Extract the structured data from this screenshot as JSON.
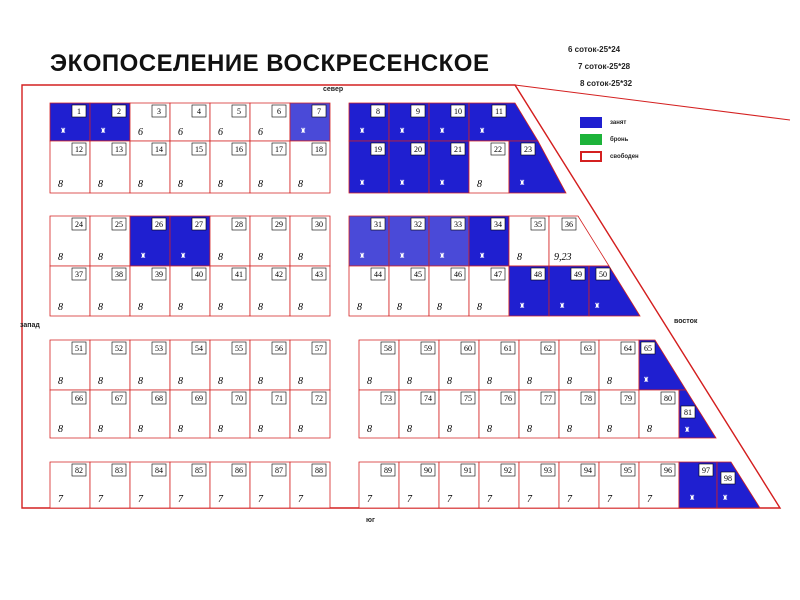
{
  "title": "ЭКОПОСЕЛЕНИЕ ВОСКРЕСЕНСКОЕ",
  "plot_sizes": [
    "6 соток-25*24",
    "7 соток-25*28",
    "8 соток-25*32"
  ],
  "legend": [
    {
      "label": "занят",
      "color": "#1f1fd0",
      "style": "fill"
    },
    {
      "label": "бронь",
      "color": "#1db33a",
      "style": "fill"
    },
    {
      "label": "свободен",
      "color": "#d42020",
      "style": "outline"
    }
  ],
  "directions": {
    "north": "север",
    "south": "юг",
    "west": "запад",
    "east": "восток"
  },
  "colors": {
    "occupied": "#1f1fd0",
    "occupied_light": "#4a4ad8",
    "reserved": "#1db33a",
    "border": "#d42020"
  },
  "plots": [
    {
      "n": "1",
      "area": "",
      "status": "occupied"
    },
    {
      "n": "2",
      "area": "",
      "status": "occupied"
    },
    {
      "n": "3",
      "area": "6",
      "status": "free"
    },
    {
      "n": "4",
      "area": "6",
      "status": "free"
    },
    {
      "n": "5",
      "area": "6",
      "status": "free"
    },
    {
      "n": "6",
      "area": "6",
      "status": "free"
    },
    {
      "n": "7",
      "area": "",
      "status": "occupied-light"
    },
    {
      "n": "8",
      "area": "",
      "status": "occupied"
    },
    {
      "n": "9",
      "area": "",
      "status": "occupied"
    },
    {
      "n": "10",
      "area": "",
      "status": "occupied"
    },
    {
      "n": "11",
      "area": "",
      "status": "occupied"
    },
    {
      "n": "12",
      "area": "8",
      "status": "free"
    },
    {
      "n": "13",
      "area": "8",
      "status": "free"
    },
    {
      "n": "14",
      "area": "8",
      "status": "free"
    },
    {
      "n": "15",
      "area": "8",
      "status": "free"
    },
    {
      "n": "16",
      "area": "8",
      "status": "free"
    },
    {
      "n": "17",
      "area": "8",
      "status": "free"
    },
    {
      "n": "18",
      "area": "8",
      "status": "free"
    },
    {
      "n": "19",
      "area": "",
      "status": "occupied"
    },
    {
      "n": "20",
      "area": "",
      "status": "occupied"
    },
    {
      "n": "21",
      "area": "",
      "status": "occupied"
    },
    {
      "n": "22",
      "area": "8",
      "status": "free"
    },
    {
      "n": "23",
      "area": "",
      "status": "occupied"
    },
    {
      "n": "24",
      "area": "8",
      "status": "free"
    },
    {
      "n": "25",
      "area": "8",
      "status": "free"
    },
    {
      "n": "26",
      "area": "",
      "status": "occupied"
    },
    {
      "n": "27",
      "area": "",
      "status": "occupied"
    },
    {
      "n": "28",
      "area": "8",
      "status": "free"
    },
    {
      "n": "29",
      "area": "8",
      "status": "free"
    },
    {
      "n": "30",
      "area": "8",
      "status": "free"
    },
    {
      "n": "31",
      "area": "",
      "status": "occupied-light"
    },
    {
      "n": "32",
      "area": "",
      "status": "occupied-light"
    },
    {
      "n": "33",
      "area": "",
      "status": "occupied-light"
    },
    {
      "n": "34",
      "area": "",
      "status": "occupied"
    },
    {
      "n": "35",
      "area": "8",
      "status": "free"
    },
    {
      "n": "36",
      "area": "9,23",
      "status": "free"
    },
    {
      "n": "37",
      "area": "8",
      "status": "free"
    },
    {
      "n": "38",
      "area": "8",
      "status": "free"
    },
    {
      "n": "39",
      "area": "8",
      "status": "free"
    },
    {
      "n": "40",
      "area": "8",
      "status": "free"
    },
    {
      "n": "41",
      "area": "8",
      "status": "free"
    },
    {
      "n": "42",
      "area": "8",
      "status": "free"
    },
    {
      "n": "43",
      "area": "8",
      "status": "free"
    },
    {
      "n": "44",
      "area": "8",
      "status": "free"
    },
    {
      "n": "45",
      "area": "8",
      "status": "free"
    },
    {
      "n": "46",
      "area": "8",
      "status": "free"
    },
    {
      "n": "47",
      "area": "8",
      "status": "free"
    },
    {
      "n": "48",
      "area": "",
      "status": "occupied"
    },
    {
      "n": "49",
      "area": "",
      "status": "occupied"
    },
    {
      "n": "50",
      "area": "",
      "status": "occupied"
    },
    {
      "n": "51",
      "area": "8",
      "status": "free"
    },
    {
      "n": "52",
      "area": "8",
      "status": "free"
    },
    {
      "n": "53",
      "area": "8",
      "status": "free"
    },
    {
      "n": "54",
      "area": "8",
      "status": "free"
    },
    {
      "n": "55",
      "area": "8",
      "status": "free"
    },
    {
      "n": "56",
      "area": "8",
      "status": "free"
    },
    {
      "n": "57",
      "area": "8",
      "status": "free"
    },
    {
      "n": "58",
      "area": "8",
      "status": "free"
    },
    {
      "n": "59",
      "area": "8",
      "status": "free"
    },
    {
      "n": "60",
      "area": "8",
      "status": "free"
    },
    {
      "n": "61",
      "area": "8",
      "status": "free"
    },
    {
      "n": "62",
      "area": "8",
      "status": "free"
    },
    {
      "n": "63",
      "area": "8",
      "status": "free"
    },
    {
      "n": "64",
      "area": "8",
      "status": "free"
    },
    {
      "n": "65",
      "area": "",
      "status": "occupied"
    },
    {
      "n": "66",
      "area": "8",
      "status": "free"
    },
    {
      "n": "67",
      "area": "8",
      "status": "free"
    },
    {
      "n": "68",
      "area": "8",
      "status": "free"
    },
    {
      "n": "69",
      "area": "8",
      "status": "free"
    },
    {
      "n": "70",
      "area": "8",
      "status": "free"
    },
    {
      "n": "71",
      "area": "8",
      "status": "free"
    },
    {
      "n": "72",
      "area": "8",
      "status": "free"
    },
    {
      "n": "73",
      "area": "8",
      "status": "free"
    },
    {
      "n": "74",
      "area": "8",
      "status": "free"
    },
    {
      "n": "75",
      "area": "8",
      "status": "free"
    },
    {
      "n": "76",
      "area": "8",
      "status": "free"
    },
    {
      "n": "77",
      "area": "8",
      "status": "free"
    },
    {
      "n": "78",
      "area": "8",
      "status": "free"
    },
    {
      "n": "79",
      "area": "8",
      "status": "free"
    },
    {
      "n": "80",
      "area": "8",
      "status": "free"
    },
    {
      "n": "81",
      "area": "",
      "status": "occupied"
    },
    {
      "n": "82",
      "area": "7",
      "status": "free"
    },
    {
      "n": "83",
      "area": "7",
      "status": "free"
    },
    {
      "n": "84",
      "area": "7",
      "status": "free"
    },
    {
      "n": "85",
      "area": "7",
      "status": "free"
    },
    {
      "n": "86",
      "area": "7",
      "status": "free"
    },
    {
      "n": "87",
      "area": "7",
      "status": "free"
    },
    {
      "n": "88",
      "area": "7",
      "status": "free"
    },
    {
      "n": "89",
      "area": "7",
      "status": "free"
    },
    {
      "n": "90",
      "area": "7",
      "status": "free"
    },
    {
      "n": "91",
      "area": "7",
      "status": "free"
    },
    {
      "n": "92",
      "area": "7",
      "status": "free"
    },
    {
      "n": "93",
      "area": "7",
      "status": "free"
    },
    {
      "n": "94",
      "area": "7",
      "status": "free"
    },
    {
      "n": "95",
      "area": "7",
      "status": "free"
    },
    {
      "n": "96",
      "area": "7",
      "status": "free"
    },
    {
      "n": "97",
      "area": "",
      "status": "occupied"
    },
    {
      "n": "98",
      "area": "",
      "status": "occupied"
    }
  ]
}
